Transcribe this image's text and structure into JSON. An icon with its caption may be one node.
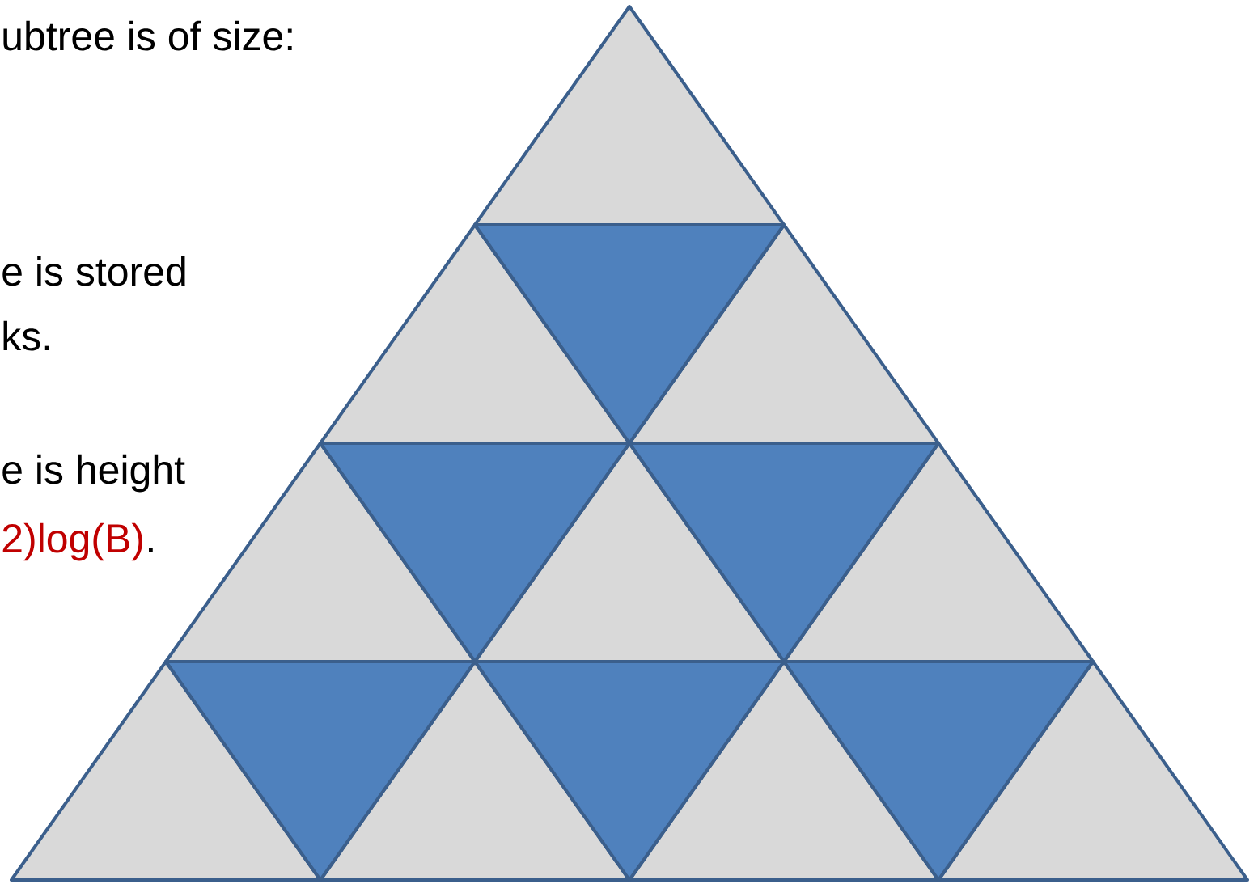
{
  "diagram": {
    "labels": [
      "ubtree is of size:",
      "e is stored",
      "ks.",
      "e is height",
      "2)log(B)",
      "."
    ]
  }
}
